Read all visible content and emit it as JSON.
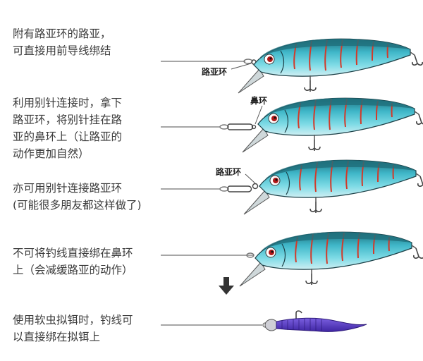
{
  "rows": [
    {
      "text": "附有路亚环的路亚，\n可直接用前导线绑结",
      "label": "路亚环"
    },
    {
      "text": "利用别针连接时，拿下\n路亚环，将别针挂在路\n亚的鼻环上（让路亚的\n动作更加自然）",
      "label": "鼻环"
    },
    {
      "text": "亦可用别针连接路亚环\n(可能很多朋友都这样做了)",
      "label": "路亚环"
    },
    {
      "text": "不可将钓线直接绑在鼻环\n上（会减缓路亚的动作）"
    },
    {
      "text": "使用软虫拟铒时，钓线可\n以直接绑在拟铒上"
    }
  ],
  "colors": {
    "lure_body": "#5ec8d8",
    "lure_back": "#1f6f7c",
    "lure_stripe": "#d23a2a",
    "worm": "#5b3fc4",
    "line": "#888888",
    "arrow": "#333333"
  }
}
